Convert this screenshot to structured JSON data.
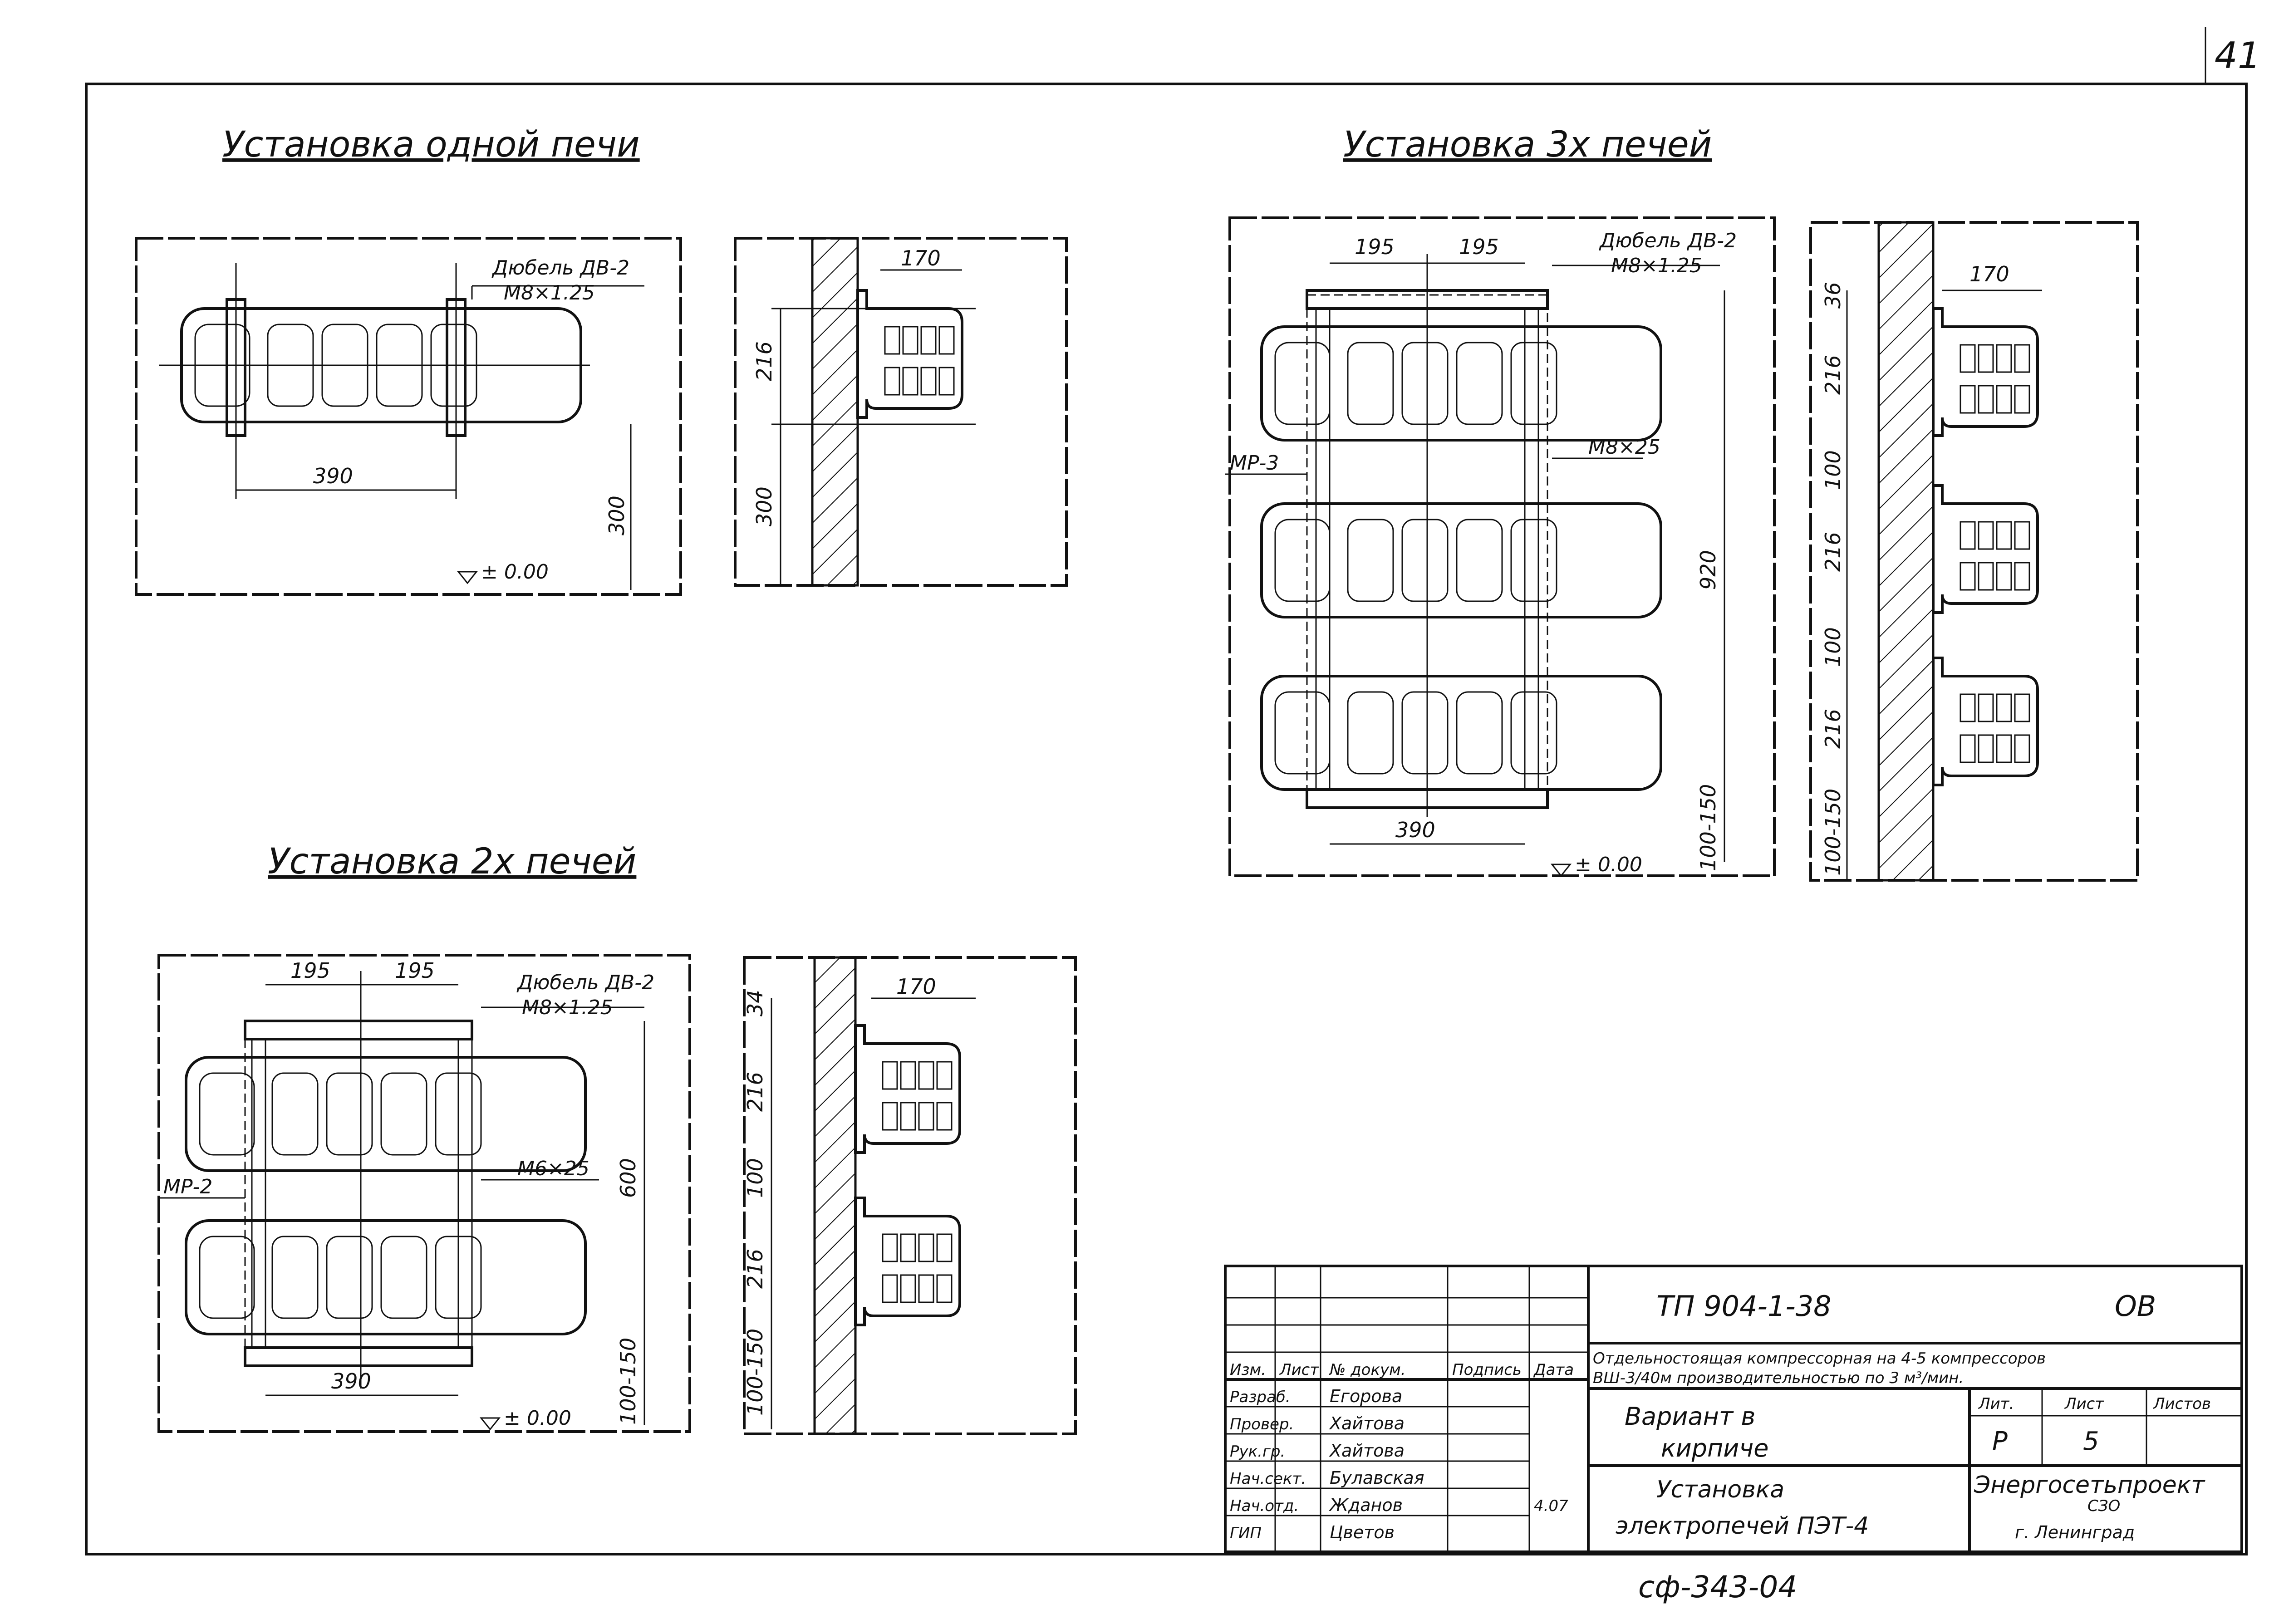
{
  "page_number": "41",
  "sections": {
    "one": {
      "title": "Установка одной печи"
    },
    "two": {
      "title": "Установка 2x печей"
    },
    "three": {
      "title": "Установка 3x печей"
    }
  },
  "labels": {
    "dowel": "Дюбель ДВ-2",
    "m8x125": "М8×1.25",
    "m8x25": "М8×25",
    "m6x25": "М6×25",
    "mp2": "МР-2",
    "mp3": "МР-3",
    "level": "± 0.00"
  },
  "dims": {
    "d390": "390",
    "d300": "300",
    "d216": "216",
    "d170": "170",
    "d195": "195",
    "d600": "600",
    "d920": "920",
    "d100": "100",
    "d100_150": "100-150",
    "d34": "34",
    "d36": "36"
  },
  "title_block": {
    "doc_code": "ТП  904-1-38",
    "section": "ОВ",
    "description_1": "Отдельностоящая компрессорная на 4-5 компрессоров",
    "description_2": "ВШ-3/40м производительностью по 3 м³/мин.",
    "variant_1": "Вариант  в",
    "variant_2": "кирпиче",
    "drawing_1": "Установка",
    "drawing_2": "электропечей  ПЭТ-4",
    "organization_1": "Энергосетьпроект",
    "organization_2": "СЗО",
    "organization_3": "г. Ленинград",
    "stage_header": "Лит.",
    "sheet_header": "Лист",
    "sheets_header": "Листов",
    "stage": "Р",
    "sheet": "5",
    "archive_number": "сф-343-04",
    "col_headers": [
      "Изм.",
      "Лист",
      "№ докум.",
      "Подпись",
      "Дата"
    ],
    "people": [
      {
        "role": "Разраб.",
        "name": "Егорова",
        "date": ""
      },
      {
        "role": "Провер.",
        "name": "Хайтова",
        "date": ""
      },
      {
        "role": "Рук.гр.",
        "name": "Хайтова",
        "date": ""
      },
      {
        "role": "Нач.сект.",
        "name": "Булавская",
        "date": ""
      },
      {
        "role": "Нач.отд.",
        "name": "Жданов",
        "date": "4.07"
      },
      {
        "role": "ГИП",
        "name": "Цветов",
        "date": ""
      }
    ]
  }
}
